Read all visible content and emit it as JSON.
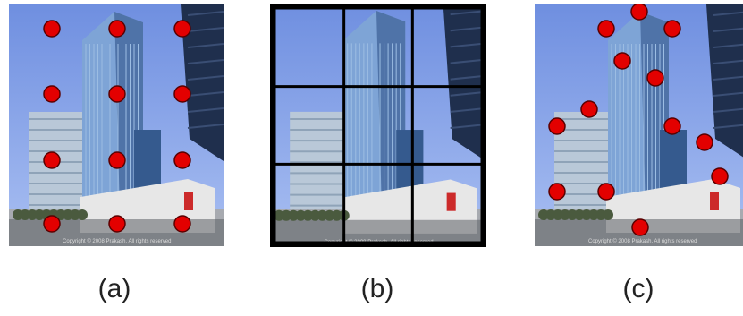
{
  "figure": {
    "panels": [
      {
        "caption": "(a)",
        "kind": "grid-sampling-points",
        "point_color": "#e30000"
      },
      {
        "caption": "(b)",
        "kind": "grid-division",
        "grid": {
          "rows": 3,
          "cols": 3
        },
        "line_color": "#000000"
      },
      {
        "caption": "(c)",
        "kind": "keypoint-sampling",
        "point_color": "#e30000"
      }
    ],
    "photo_colors": {
      "sky": "#6f8fe0",
      "sky_light": "#a9bff2",
      "tower": "#7ea4d6",
      "tower_dark": "#355a8e",
      "dark_building": "#1f2f4d",
      "ground": "#a7aab0",
      "building_white": "#e7e7e7"
    },
    "watermark": "Copyright © 2008 Prakash. All rights reserved"
  }
}
